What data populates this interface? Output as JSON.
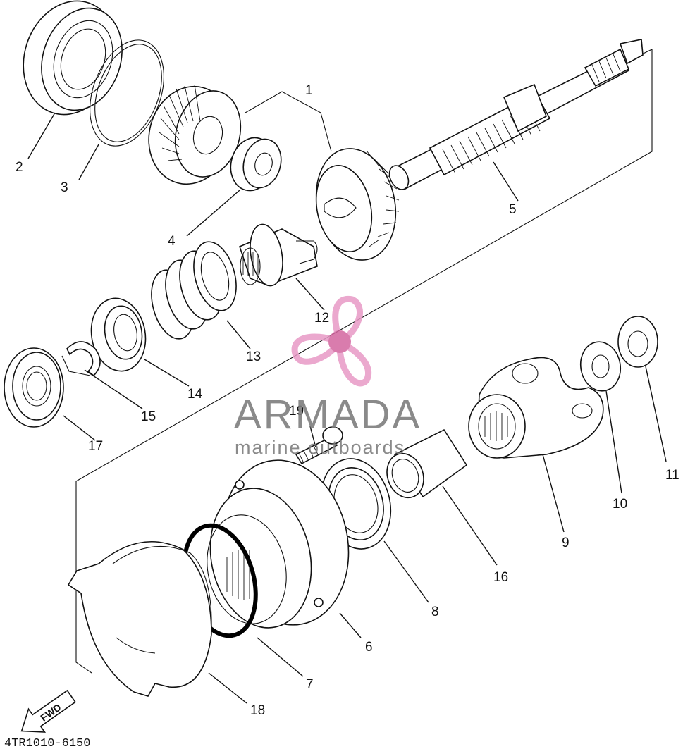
{
  "diagram": {
    "callouts": [
      {
        "id": "1",
        "label": "1"
      },
      {
        "id": "2",
        "label": "2"
      },
      {
        "id": "3",
        "label": "3"
      },
      {
        "id": "4",
        "label": "4"
      },
      {
        "id": "5",
        "label": "5"
      },
      {
        "id": "6",
        "label": "6"
      },
      {
        "id": "7",
        "label": "7"
      },
      {
        "id": "8",
        "label": "8"
      },
      {
        "id": "9",
        "label": "9"
      },
      {
        "id": "10",
        "label": "10"
      },
      {
        "id": "11",
        "label": "11"
      },
      {
        "id": "12",
        "label": "12"
      },
      {
        "id": "13",
        "label": "13"
      },
      {
        "id": "14",
        "label": "14"
      },
      {
        "id": "15",
        "label": "15"
      },
      {
        "id": "16",
        "label": "16"
      },
      {
        "id": "17",
        "label": "17"
      },
      {
        "id": "18",
        "label": "18"
      },
      {
        "id": "19",
        "label": "19"
      }
    ],
    "fwd_label": "FWD",
    "diagram_code": "4TR1010-6150"
  },
  "watermark": {
    "brand": "ARMADA",
    "tagline": "marine outboards",
    "colors": {
      "brand_text": "#7d7d7d",
      "logo": "#e89ac6",
      "logo_dark": "#d3669f"
    }
  }
}
